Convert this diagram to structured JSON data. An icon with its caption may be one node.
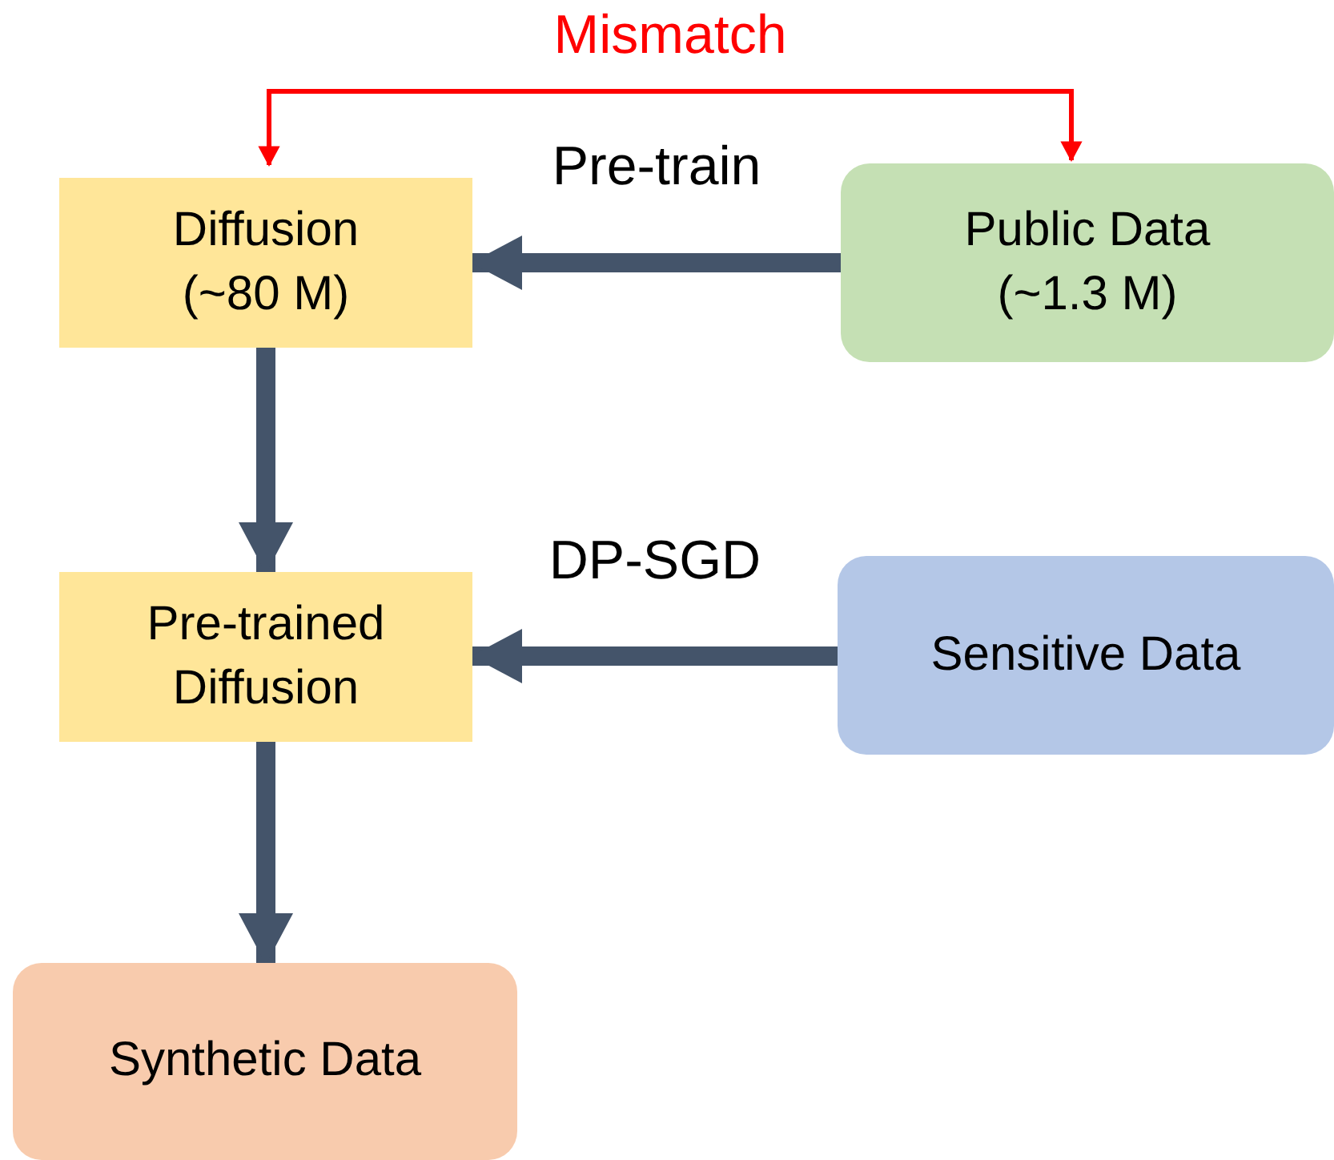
{
  "diagram": {
    "nodes": [
      {
        "text": [
          "Diffusion",
          "(~80 M)"
        ]
      },
      {
        "text": [
          "Public Data",
          "(~1.3 M)"
        ]
      },
      {
        "text": [
          "Pre-trained Diffusion"
        ]
      },
      {
        "text": [
          "Sensitive Data"
        ]
      },
      {
        "text": [
          "Synthetic Data"
        ]
      }
    ],
    "edges": [
      {
        "from": 1,
        "to": 0,
        "arrow": "to",
        "label": "Pre-train"
      },
      {
        "from": 0,
        "to": 2,
        "arrow": "to"
      },
      {
        "from": 3,
        "to": 2,
        "arrow": "to",
        "label": "DP-SGD"
      },
      {
        "from": 2,
        "to": 4,
        "arrow": "to"
      },
      {
        "from": 0,
        "to": 1,
        "arrow": "both",
        "label": "Mismatch",
        "color": "#ff0000"
      }
    ]
  }
}
